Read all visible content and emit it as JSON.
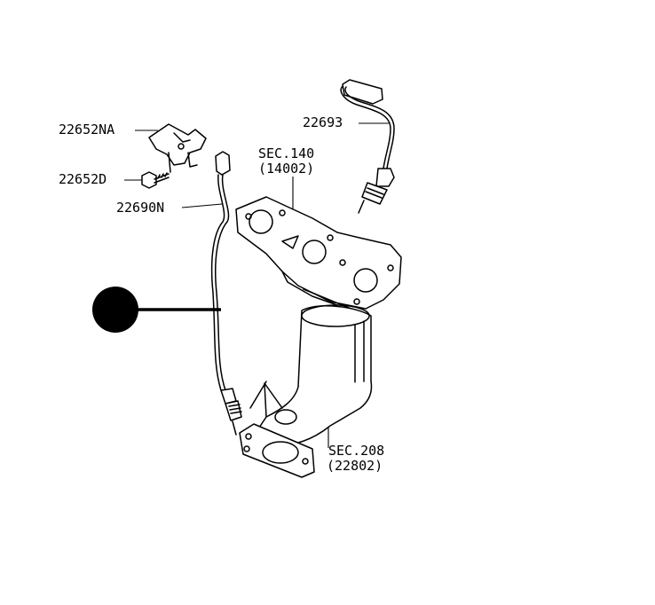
{
  "callouts": {
    "bracket": "22652NA",
    "bolt": "22652D",
    "front_sensor": "22690N",
    "rear_sensor": "22693",
    "manifold_ref": "SEC.140",
    "manifold_part": "(14002)",
    "pipe_ref": "SEC.208",
    "pipe_part": "(22802)"
  },
  "colors": {
    "line": "#000000",
    "background": "#ffffff",
    "marker": "#000000"
  }
}
